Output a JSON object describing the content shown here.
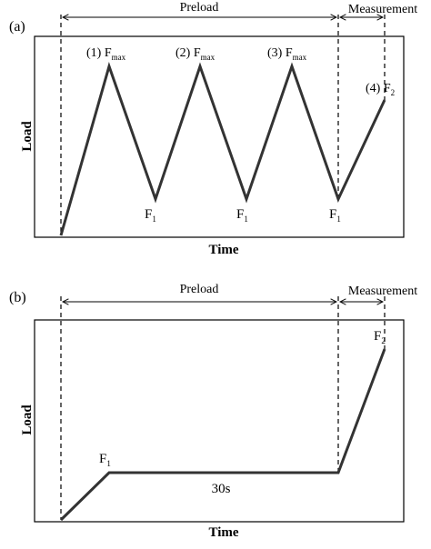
{
  "panel_a": {
    "label": "(a)",
    "xlabel": "Time",
    "ylabel": "Load",
    "phases": {
      "preload": "Preload",
      "measurement": "Measurement"
    },
    "peaks": [
      {
        "prefix": "(1) F",
        "sub": "max"
      },
      {
        "prefix": "(2) F",
        "sub": "max"
      },
      {
        "prefix": "(3) F",
        "sub": "max"
      }
    ],
    "troughs": [
      {
        "main": "F",
        "sub": "1"
      },
      {
        "main": "F",
        "sub": "1"
      },
      {
        "main": "F",
        "sub": "1"
      }
    ],
    "final": {
      "prefix": "(4) F",
      "sub": "2"
    }
  },
  "panel_b": {
    "label": "(b)",
    "xlabel": "Time",
    "ylabel": "Load",
    "phases": {
      "preload": "Preload",
      "measurement": "Measurement"
    },
    "f1": {
      "main": "F",
      "sub": "1"
    },
    "f2": {
      "main": "F",
      "sub": "2"
    },
    "hold": "30s"
  }
}
